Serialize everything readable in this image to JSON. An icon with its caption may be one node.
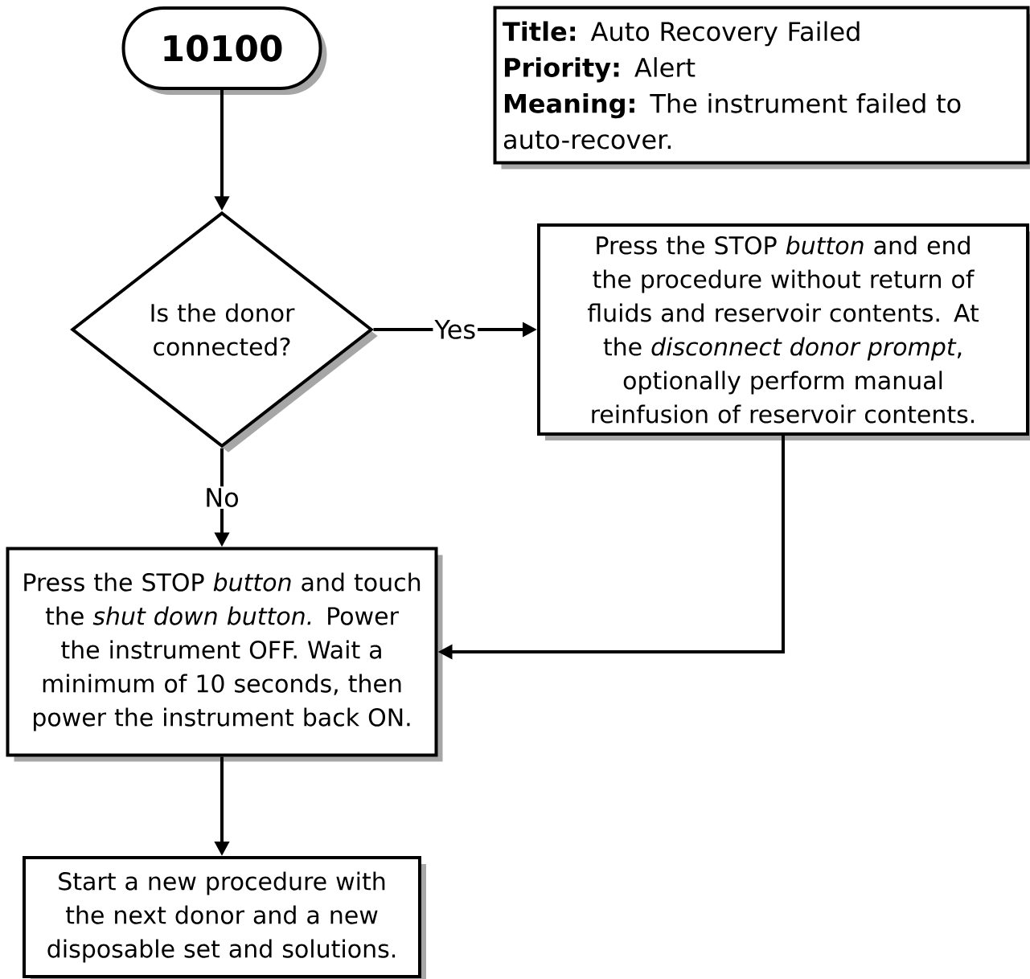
{
  "diagram": {
    "nodes": [
      {
        "text": [
          "10100"
        ]
      },
      {
        "text": [
          "**Title:**  Auto Recovery Failed",
          "**Priority:**  Alert",
          "**Meaning:**  The instrument failed to auto-recover."
        ]
      },
      {
        "text": [
          "Is the donor connected?"
        ]
      },
      {
        "text": [
          "Press the STOP *button* and end the procedure without return of fluids and reservoir contents.  At the *disconnect donor prompt*, optionally perform manual reinfusion of reservoir contents."
        ]
      },
      {
        "text": [
          "Press the STOP *button* and touch the *shut down button.* Power the instrument OFF. Wait a minimum of 10 seconds, then power the instrument back ON."
        ]
      },
      {
        "text": [
          "Start a new procedure with the next donor and a new disposable set and solutions."
        ]
      }
    ],
    "edges": [
      {
        "from": 0,
        "to": 2,
        "arrow": "to"
      },
      {
        "from": 2,
        "to": 3,
        "arrow": "to",
        "label": "Yes"
      },
      {
        "from": 2,
        "to": 4,
        "arrow": "to",
        "label": "No"
      },
      {
        "from": 3,
        "to": 4,
        "arrow": "to"
      },
      {
        "from": 4,
        "to": 5,
        "arrow": "to"
      }
    ]
  }
}
